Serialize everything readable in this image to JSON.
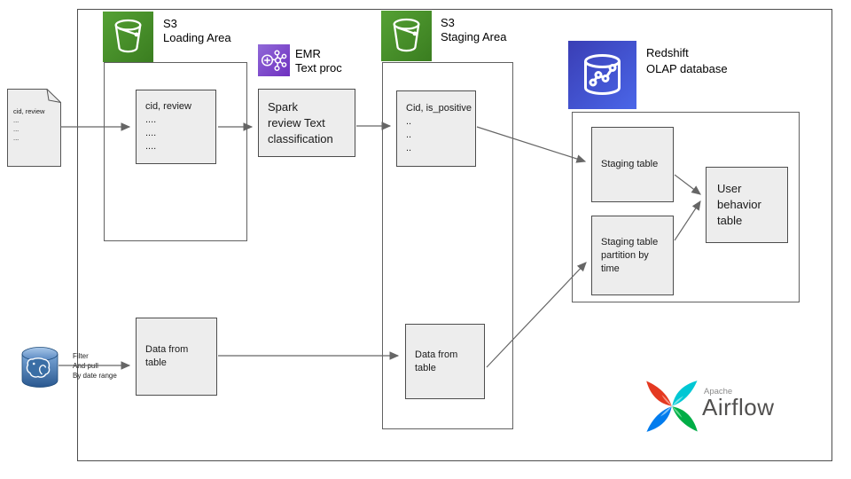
{
  "colors": {
    "s3_green_a": "#55a134",
    "s3_green_b": "#3a7d20",
    "emr_purple_a": "#9069d8",
    "emr_purple_b": "#6f30c0",
    "redshift_blue_a": "#3a3eb5",
    "redshift_blue_b": "#4a66e8",
    "node_fill": "#ededed",
    "node_border": "#4d4d4d",
    "container_border": "#616161",
    "arrow": "#666666",
    "airflow_red": "#e43921",
    "airflow_teal": "#00c7d4",
    "airflow_blue": "#017cee",
    "airflow_green": "#00ad46",
    "airflow_text": "#51504f",
    "postgres_blue": "#336791"
  },
  "icons": {
    "s3_loading": "s3-bucket-icon",
    "s3_staging": "s3-bucket-icon",
    "emr": "emr-cluster-icon",
    "redshift": "redshift-database-icon",
    "postgres": "postgresql-icon",
    "source_file": "document-icon",
    "airflow": "airflow-pinwheel-icon"
  },
  "groups": {
    "s3_loading": {
      "label": "S3\nLoading Area"
    },
    "emr": {
      "label": "EMR\nText proc"
    },
    "s3_staging": {
      "label": "S3\nStaging Area"
    },
    "redshift": {
      "label": "Redshift\nOLAP database"
    }
  },
  "nodes": {
    "source_file": {
      "text": "cid, review\n...\n...\n..."
    },
    "loading_table": {
      "text": "cid, review\n....\n....\n...."
    },
    "spark_job": {
      "text": "Spark\nreview Text\nclassification"
    },
    "classified_table": {
      "text": "Cid, is_positive\n..\n..\n.."
    },
    "source_data": {
      "text": "Data from\ntable"
    },
    "staging_data": {
      "text": "Data from\ntable"
    },
    "staging_table": {
      "text": "Staging table"
    },
    "staging_partition": {
      "text": "Staging table\npartition by\ntime"
    },
    "user_behavior": {
      "text": "User\nbehavior\ntable"
    }
  },
  "annotations": {
    "filter": {
      "text": "Filter\nAnd pull\nBy date range"
    }
  },
  "branding": {
    "apache": "Apache",
    "airflow": "Airflow"
  }
}
